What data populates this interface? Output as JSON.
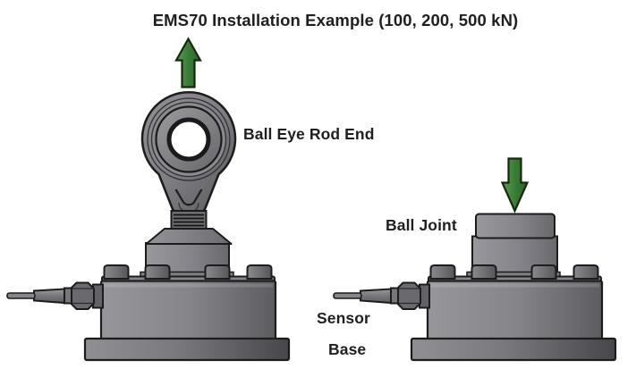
{
  "title": "EMS70 Installation Example (100, 200, 500 kN)",
  "diagram": {
    "left": {
      "component_label": "Ball Eye Rod End",
      "force_direction": "up"
    },
    "right": {
      "component_label": "Ball Joint",
      "force_direction": "down"
    },
    "shared": {
      "sensor_label": "Sensor",
      "base_label": "Base"
    }
  },
  "colors": {
    "arrow_green": "#3b7d38",
    "metal_gray": "#85858a",
    "metal_dark": "#47474b",
    "outline": "#1c1c1c",
    "text": "#1f1f1f",
    "background": "#ffffff"
  },
  "icons": {
    "up_arrow": "force-up-arrow-icon",
    "down_arrow": "force-down-arrow-icon"
  }
}
